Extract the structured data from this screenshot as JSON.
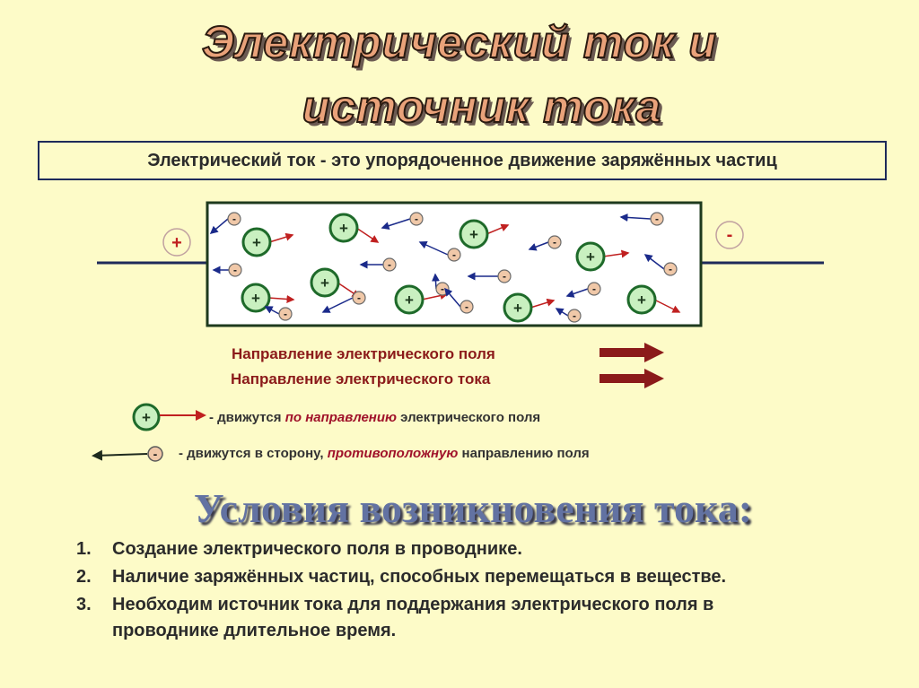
{
  "title": {
    "line1": "Электрический ток  и",
    "line2": "источник тока"
  },
  "definition": "Электрический ток - это  упорядоченное движение заряжённых частиц",
  "terminals": {
    "positive": "+",
    "negative": "-"
  },
  "particle_signs": {
    "positive": "+",
    "negative": "-"
  },
  "directions": {
    "field": "Направление электрического поля",
    "current": "Направление электрического тока",
    "arrow_color": "#8b1a1a"
  },
  "legend": {
    "positive_prefix": "- движутся ",
    "positive_highlight": "по направлению",
    "positive_suffix": " электрического поля",
    "negative_prefix": "- движутся в сторону, ",
    "negative_highlight": "противоположную",
    "negative_suffix": " направлению поля"
  },
  "conditions": {
    "title": "Условия возникновения тока:",
    "items": [
      {
        "num": "1.",
        "text": "Создание электрического поля в проводнике."
      },
      {
        "num": "2.",
        "text": "Наличие заряжённых частиц, способных перемещаться в веществе."
      },
      {
        "num": "3.",
        "text": "Необходим источник тока для поддержания электрического поля в проводнике длительное время."
      }
    ]
  },
  "colors": {
    "conductor_border": "#1e3a1e",
    "conductor_fill": "#ffffff",
    "positive_ion_fill": "#c9f0c0",
    "positive_ion_border": "#1e6a2a",
    "electron_fill": "#f0c8a8",
    "electron_arrow": "#1a2a8a",
    "ion_arrow": "#c02020",
    "highlight_text": "#a0122a"
  }
}
